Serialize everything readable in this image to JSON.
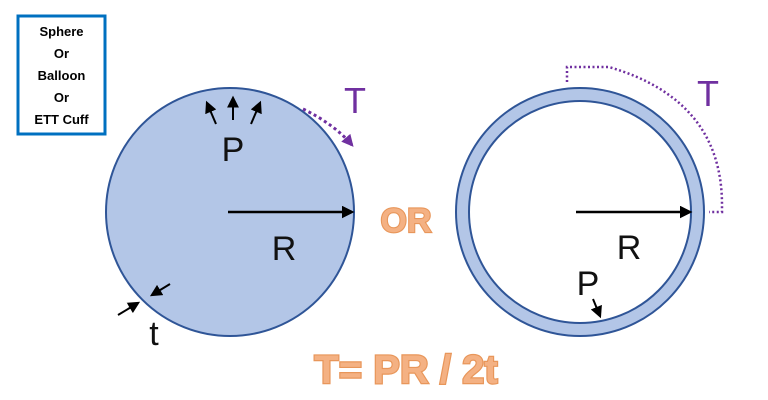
{
  "legend_box": {
    "lines": [
      "Sphere",
      "Or",
      "Balloon",
      "Or",
      "ETT Cuff"
    ]
  },
  "left_figure": {
    "pressure_label": "P",
    "radius_label": "R",
    "tension_label": "T",
    "thickness_label": "t"
  },
  "connector": {
    "label": "OR"
  },
  "right_figure": {
    "pressure_label": "P",
    "radius_label": "R",
    "tension_label": "T"
  },
  "formula": {
    "text": "T= PR / 2t"
  },
  "colors": {
    "fill_blue": "#b3c6e7",
    "outline_blue": "#2f5597",
    "box_border": "#0070c0",
    "tension_purple": "#7030a0",
    "accent_orange": "#f4b183",
    "accent_orange_edge": "#e8965a"
  }
}
